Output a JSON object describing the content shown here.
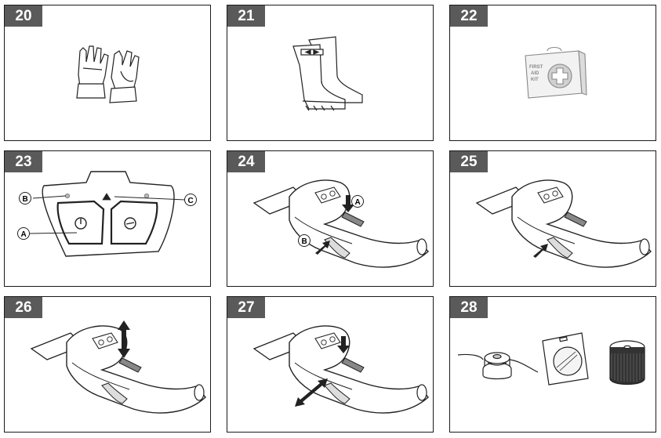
{
  "panels": [
    {
      "number": "20",
      "icon": "gloves-icon"
    },
    {
      "number": "21",
      "icon": "boots-icon"
    },
    {
      "number": "22",
      "icon": "first-aid-kit-icon"
    },
    {
      "number": "23",
      "icon": "control-panel-icon",
      "callouts": {
        "a": "A",
        "b": "B",
        "c": "C"
      }
    },
    {
      "number": "24",
      "icon": "handle-trigger-icon",
      "callouts": {
        "a": "A",
        "b": "B"
      }
    },
    {
      "number": "25",
      "icon": "handle-trigger-icon"
    },
    {
      "number": "26",
      "icon": "handle-trigger-icon"
    },
    {
      "number": "27",
      "icon": "handle-trigger-icon"
    },
    {
      "number": "28",
      "icon": "trimmer-line-icon"
    }
  ],
  "first_aid_kit": {
    "line1": "FIRST",
    "line2": "AID",
    "line3": "KIT"
  }
}
